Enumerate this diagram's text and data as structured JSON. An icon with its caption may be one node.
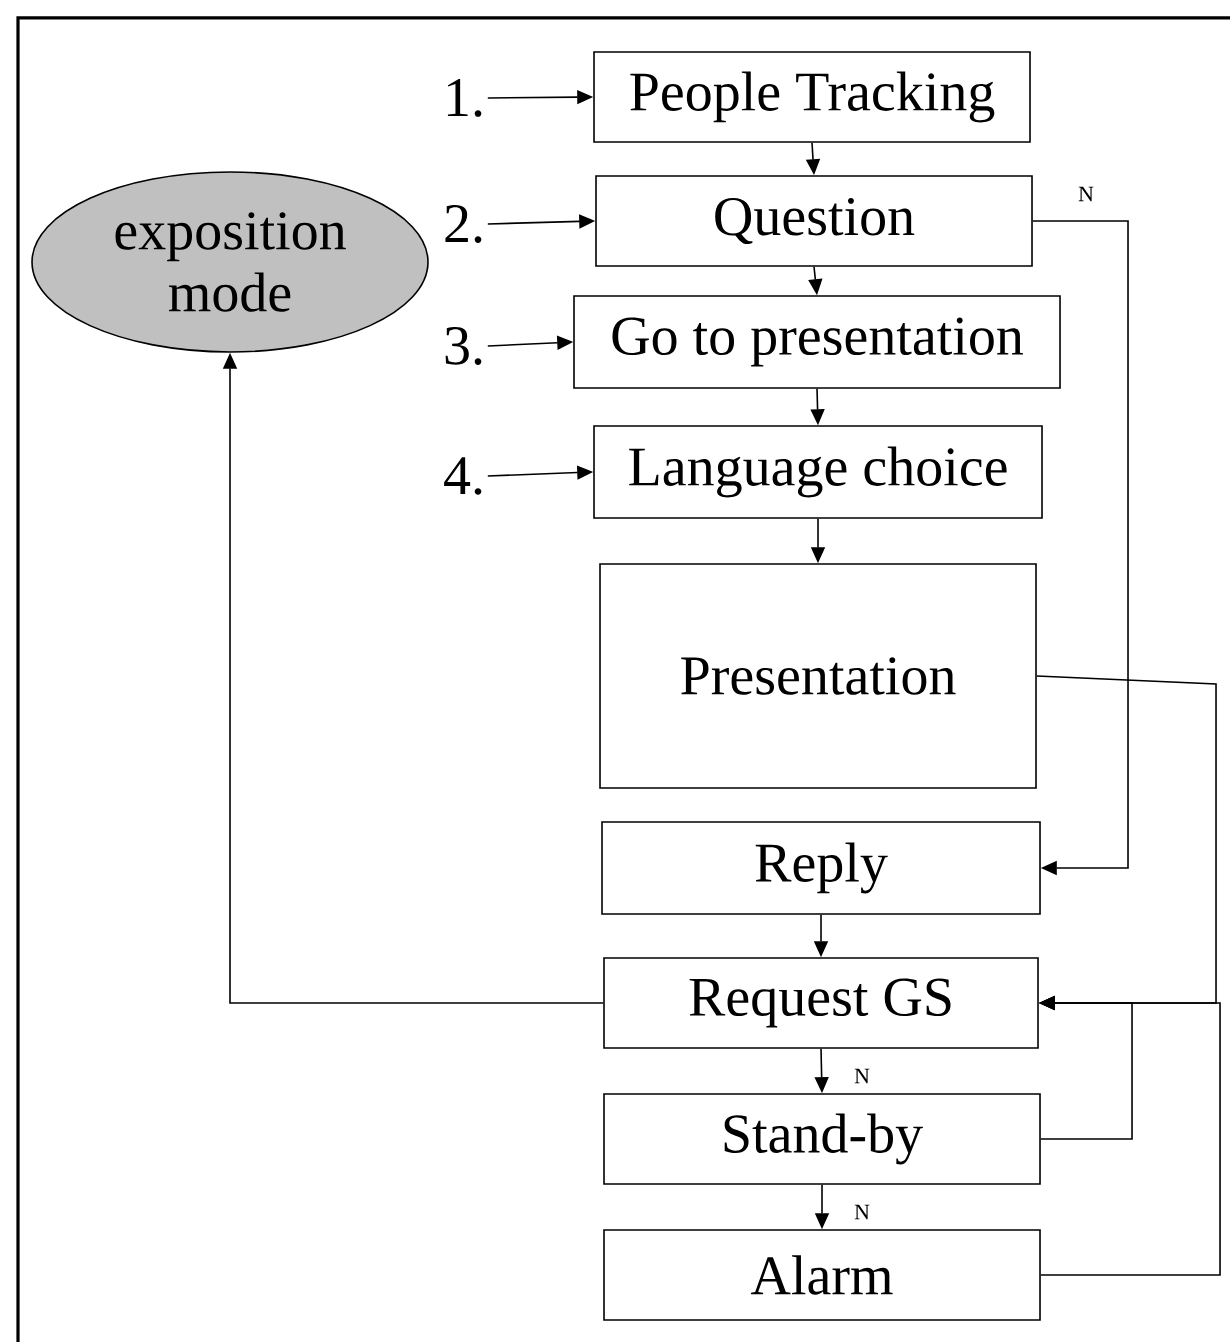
{
  "diagram": {
    "nodes": [
      {
        "text": [
          "1."
        ]
      },
      {
        "text": [
          "People Tracking"
        ]
      },
      {
        "text": [
          "exposition mode"
        ]
      },
      {
        "text": [
          "2."
        ]
      },
      {
        "text": [
          "Question"
        ]
      },
      {
        "text": [
          "3."
        ]
      },
      {
        "text": [
          "Go to presentation"
        ]
      },
      {
        "text": [
          "4."
        ]
      },
      {
        "text": [
          "Language choice"
        ]
      },
      {
        "text": [
          "Presentation"
        ]
      },
      {
        "text": [
          "Reply"
        ]
      },
      {
        "text": [
          "Request GS"
        ]
      },
      {
        "text": [
          "Stand-by"
        ]
      },
      {
        "text": [
          "Alarm"
        ]
      }
    ],
    "edges": [
      {
        "from": 0,
        "to": 1,
        "arrow": "to"
      },
      {
        "from": 3,
        "to": 4,
        "arrow": "to"
      },
      {
        "from": 5,
        "to": 6,
        "arrow": "to"
      },
      {
        "from": 7,
        "to": 8,
        "arrow": "to"
      },
      {
        "from": 1,
        "to": 4,
        "arrow": "to"
      },
      {
        "from": 4,
        "to": 6,
        "arrow": "to"
      },
      {
        "from": 6,
        "to": 8,
        "arrow": "to"
      },
      {
        "from": 8,
        "to": 9,
        "arrow": "to"
      },
      {
        "from": 4,
        "to": 10,
        "arrow": "to",
        "label": "N"
      },
      {
        "from": 9,
        "to": 11,
        "arrow": "to"
      },
      {
        "from": 10,
        "to": 11,
        "arrow": "to"
      },
      {
        "from": 11,
        "to": 2,
        "arrow": "to"
      },
      {
        "from": 11,
        "to": 12,
        "arrow": "to",
        "label": "N"
      },
      {
        "from": 12,
        "to": 11,
        "arrow": "to"
      },
      {
        "from": 12,
        "to": 13,
        "arrow": "to",
        "label": "N"
      },
      {
        "from": 13,
        "to": 11,
        "arrow": "to"
      }
    ]
  }
}
